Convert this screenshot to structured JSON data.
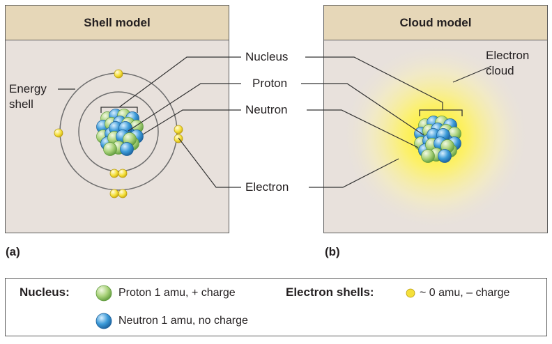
{
  "panels": {
    "shell": {
      "title": "Shell model",
      "tag": "(a)"
    },
    "cloud": {
      "title": "Cloud model",
      "tag": "(b)"
    }
  },
  "labels": {
    "energy_shell_line1": "Energy",
    "energy_shell_line2": "shell",
    "nucleus": "Nucleus",
    "proton": "Proton",
    "neutron": "Neutron",
    "electron": "Electron",
    "electron_cloud_line1": "Electron",
    "electron_cloud_line2": "cloud"
  },
  "legend": {
    "nucleus_heading": "Nucleus:",
    "proton_text": "Proton 1 amu, + charge",
    "neutron_text": "Neutron 1 amu, no charge",
    "electron_heading": "Electron shells:",
    "electron_text": "~ 0 amu, – charge"
  },
  "colors": {
    "proton": "#a9d27a",
    "neutron": "#3b9ad8",
    "electron": "#f5e03a",
    "panel_bg": "#e8e1dc",
    "header_bg": "#e6d7b8"
  }
}
